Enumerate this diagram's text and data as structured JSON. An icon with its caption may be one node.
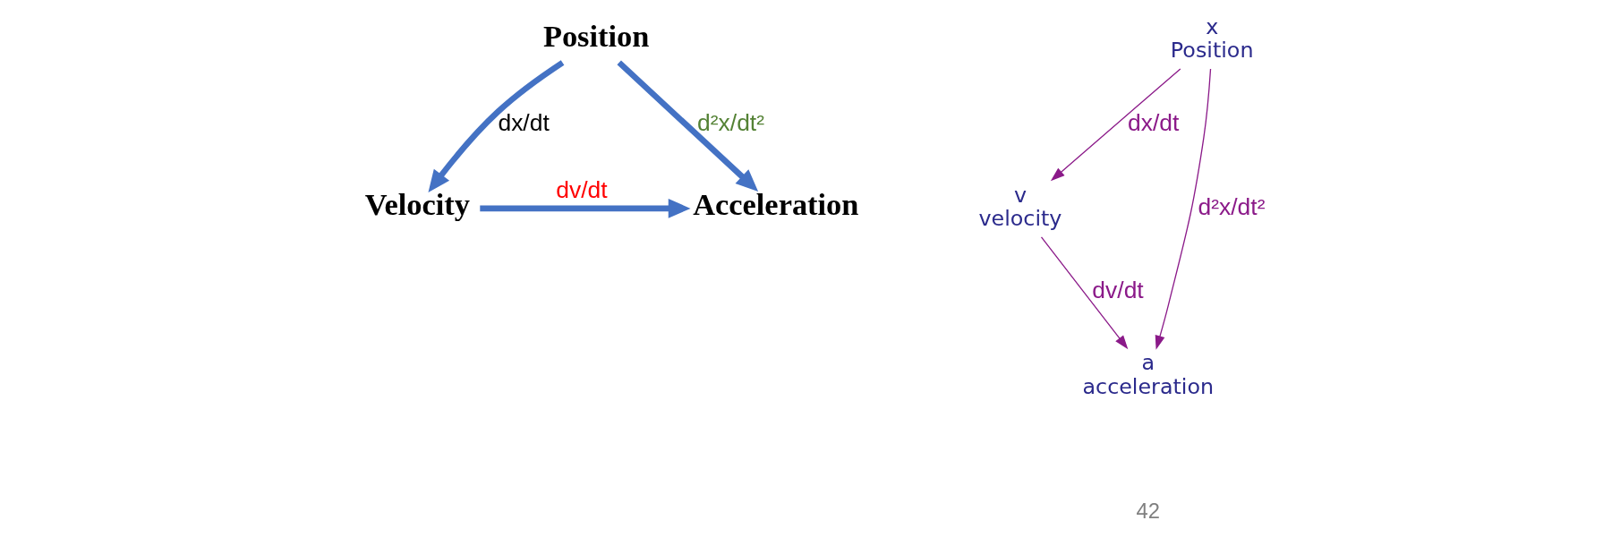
{
  "diagram": {
    "nodes": [
      {
        "text": [
          "Position"
        ]
      },
      {
        "text": [
          "Velocity"
        ]
      },
      {
        "text": [
          "Acceleration"
        ]
      },
      {
        "text": [
          "x",
          "Position"
        ]
      },
      {
        "text": [
          "v",
          "velocity"
        ]
      },
      {
        "text": [
          "a",
          "acceleration"
        ]
      }
    ],
    "edges": [
      {
        "from": 0,
        "to": 1,
        "arrow": "to",
        "label": "dx/dt",
        "style": "thick",
        "color": "#4472c4"
      },
      {
        "from": 0,
        "to": 2,
        "arrow": "to",
        "label": "d²x/dt²",
        "style": "thick",
        "color": "#4472c4"
      },
      {
        "from": 1,
        "to": 2,
        "arrow": "to",
        "label": "dv/dt",
        "style": "thick",
        "color": "#4472c4"
      },
      {
        "from": 3,
        "to": 4,
        "arrow": "to",
        "label": "dx/dt",
        "color": "#8b1a89"
      },
      {
        "from": 4,
        "to": 5,
        "arrow": "to",
        "label": "dv/dt",
        "color": "#8b1a89"
      },
      {
        "from": 3,
        "to": 5,
        "arrow": "to",
        "label": "d²x/dt²",
        "color": "#8b1a89"
      }
    ],
    "labels": [
      "42"
    ]
  }
}
